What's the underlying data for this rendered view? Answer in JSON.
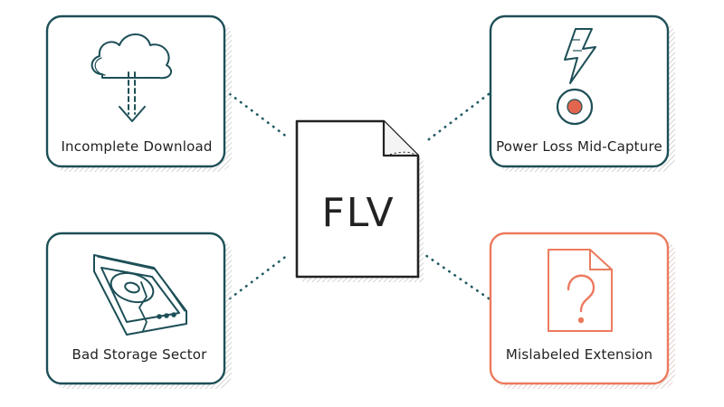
{
  "center": {
    "label": "FLV",
    "icon": "file-icon"
  },
  "causes": [
    {
      "label": "Incomplete Download",
      "icon": "cloud-download-icon"
    },
    {
      "label": "Power Loss Mid-Capture",
      "icon": "lightning-record-icon"
    },
    {
      "label": "Bad Storage Sector",
      "icon": "cracked-hard-drive-icon"
    },
    {
      "label": "Mislabeled Extension",
      "icon": "question-file-icon"
    }
  ],
  "colors": {
    "teal": "#1d4f57",
    "connector": "#1f5963",
    "orange": "#ec7a5e",
    "record_red": "#e2654d",
    "shadow": "#d9d9d9"
  }
}
